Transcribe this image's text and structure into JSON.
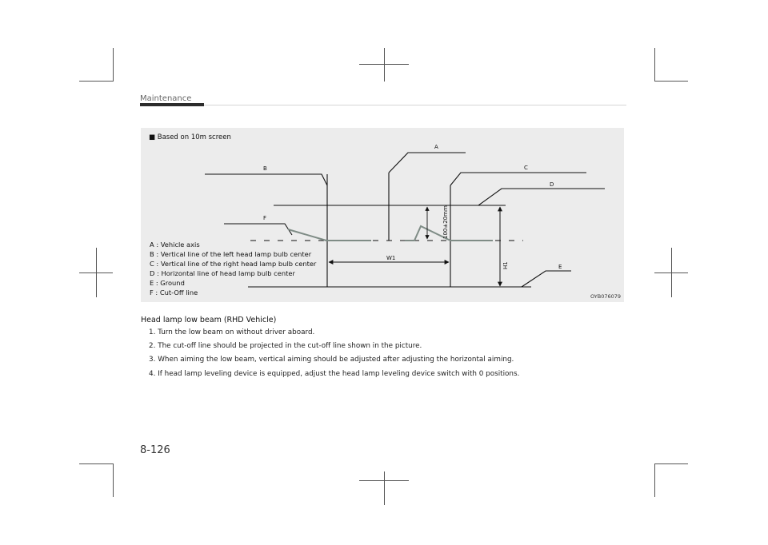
{
  "header": {
    "section": "Maintenance"
  },
  "figure": {
    "note": "■  Based on 10m screen",
    "labels": {
      "a": "A",
      "b": "B",
      "c": "C",
      "d": "D",
      "e": "E",
      "f": "F",
      "w1": "W1",
      "h1": "H1",
      "dim": "100±20mm"
    },
    "legend": [
      "A : Vehicle axis",
      "B : Vertical line of the left head lamp bulb center",
      "C : Vertical line of the right head lamp bulb center",
      "D : Horizontal line of head lamp bulb center",
      "E : Ground",
      "F : Cut-Off line"
    ],
    "code": "OYB076079"
  },
  "section_title": "Head lamp low beam (RHD Vehicle)",
  "steps": [
    "1. Turn the low beam on without driver aboard.",
    "2. The cut-off line should be projected in the cut-off line shown in the picture.",
    "3. When aiming the low beam, vertical aiming should be adjusted after adjusting the horizontal aiming.",
    "4. If head lamp leveling device is equipped, adjust the head lamp leveling device switch with 0 positions."
  ],
  "page_number": "8-126",
  "colors": {
    "cutoff": "#7f8c86",
    "line": "#111111",
    "figure_bg": "#ececec"
  }
}
